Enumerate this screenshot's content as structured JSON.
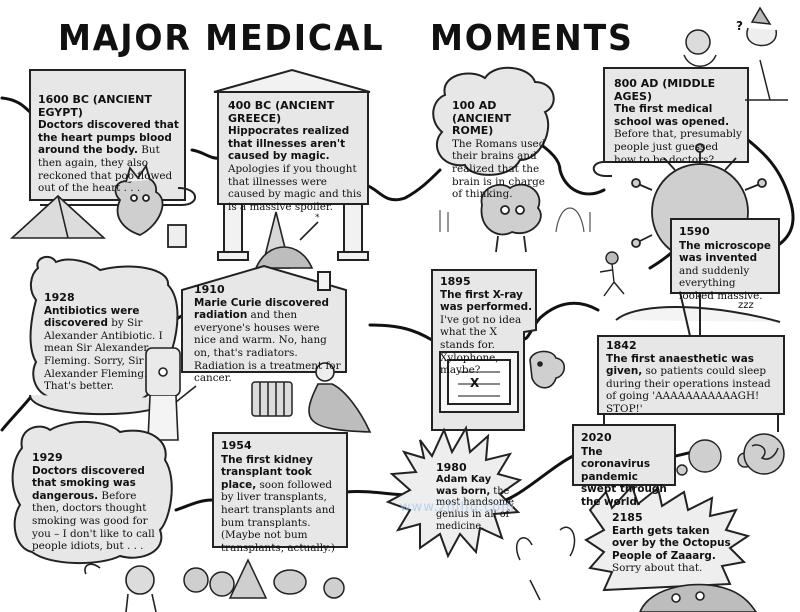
{
  "title": {
    "part1": "MAJOR MEDICAL",
    "part2": "MOMENTS"
  },
  "watermark": "www.zhihu.com",
  "events": {
    "e1600bc": {
      "heading": "1600 BC (ANCIENT EGYPT)",
      "bold": "Doctors discovered that the heart pumps blood around the body.",
      "body": " But then again, they also reckoned that poo flowed out of the heart . . ."
    },
    "e400bc": {
      "heading": "400 BC (ANCIENT GREECE)",
      "bold": "Hippocrates realized that illnesses aren't caused by magic.",
      "body": " Apologies if you thought that illnesses were caused by magic and this is a massive spoiler."
    },
    "e100ad": {
      "heading": "100 AD (ANCIENT ROME)",
      "body": "The Romans used their brains and realized that the brain is in charge of thinking."
    },
    "e800ad": {
      "heading": "800 AD (MIDDLE AGES)",
      "bold": "The first medical school was opened.",
      "body": " Before that, presumably people just guessed how to be doctors?"
    },
    "e1590": {
      "heading": "1590",
      "bold": "The microscope was invented",
      "body": " and suddenly everything looked massive."
    },
    "e1928": {
      "heading": "1928",
      "bold": "Antibiotics were discovered",
      "body": " by Sir Alexander Antibiotic. I mean Sir Alexander Fleming. Sorry, Sir Alexander Fleming. That's better."
    },
    "e1910": {
      "heading": "1910",
      "bold": "Marie Curie discovered radiation",
      "body": " and then everyone's houses were nice and warm. No, hang on, that's radiators. Radiation is a treatment for cancer."
    },
    "e1895": {
      "heading": "1895",
      "bold": "The first X-ray was performed.",
      "body": " I've got no idea what the X stands for. Xylophone, maybe?"
    },
    "e1842": {
      "heading": "1842",
      "bold": "The first anaesthetic was given,",
      "body": " so patients could sleep during their operations instead of going 'AAAAAAAAAAAGH! STOP!'"
    },
    "e1929": {
      "heading": "1929",
      "bold": "Doctors discovered that smoking was dangerous.",
      "body": " Before then, doctors thought smoking was good for you – I don't like to call people idiots, but . . ."
    },
    "e1954": {
      "heading": "1954",
      "bold": "The first kidney transplant took place,",
      "body": " soon followed by liver transplants, heart transplants and bum transplants. (Maybe not bum transplants, actually.)"
    },
    "e1980": {
      "heading": "1980",
      "bold": "Adam Kay was born,",
      "body": " the most handsome genius in all of medicine."
    },
    "e2020": {
      "heading": "2020",
      "bold": "The coronavirus pandemic swept through the world."
    },
    "e2185": {
      "heading": "2185",
      "bold": "Earth gets taken over by the Octopus People of Zaaarg.",
      "body": " Sorry about that."
    }
  },
  "illustrations": {
    "xray_sign": "X",
    "sleep_text": "zzz",
    "doodle_mark": "?"
  }
}
